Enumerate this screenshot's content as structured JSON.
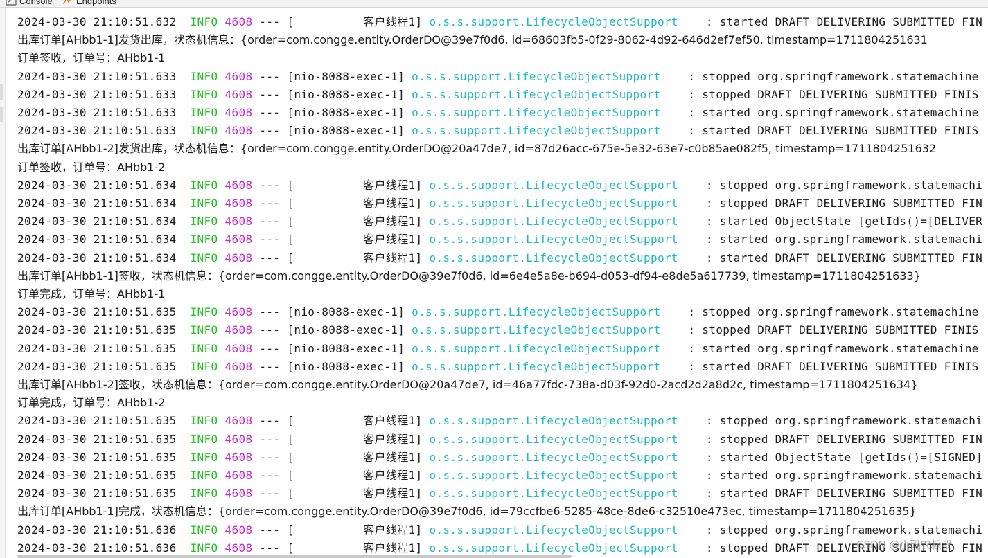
{
  "tabs": [
    {
      "label": "Console",
      "icon": "console-icon"
    },
    {
      "label": "Endpoints",
      "icon": "endpoints-icon"
    }
  ],
  "colors": {
    "level": "#22c222",
    "pid": "#c02dc8",
    "logger": "#1fb8c4",
    "text": "#1a1a1a"
  },
  "lines": [
    {
      "type": "log",
      "ts": "2024-03-30 21:10:51.632",
      "level": "INFO",
      "pid": "4608",
      "sep": "---",
      "thread": "[          客户线程1]",
      "logger": "o.s.s.support.LifecycleObjectSupport",
      "msg": "    : started DRAFT DELIVERING SUBMITTED FIN"
    },
    {
      "type": "plain",
      "text": "出库订单[AHbb1-1]发货出库，状态机信息：{order=com.congge.entity.OrderDO@39e7f0d6, id=68603fb5-0f29-8062-4d92-646d2ef7ef50, timestamp=1711804251631"
    },
    {
      "type": "plain",
      "text": "订单签收，订单号：AHbb1-1"
    },
    {
      "type": "log",
      "ts": "2024-03-30 21:10:51.633",
      "level": "INFO",
      "pid": "4608",
      "sep": "---",
      "thread": "[nio-8088-exec-1]",
      "logger": "o.s.s.support.LifecycleObjectSupport",
      "msg": "    : stopped org.springframework.statemachine"
    },
    {
      "type": "log",
      "ts": "2024-03-30 21:10:51.633",
      "level": "INFO",
      "pid": "4608",
      "sep": "---",
      "thread": "[nio-8088-exec-1]",
      "logger": "o.s.s.support.LifecycleObjectSupport",
      "msg": "    : stopped DRAFT DELIVERING SUBMITTED FINIS"
    },
    {
      "type": "log",
      "ts": "2024-03-30 21:10:51.633",
      "level": "INFO",
      "pid": "4608",
      "sep": "---",
      "thread": "[nio-8088-exec-1]",
      "logger": "o.s.s.support.LifecycleObjectSupport",
      "msg": "    : started org.springframework.statemachine"
    },
    {
      "type": "log",
      "ts": "2024-03-30 21:10:51.633",
      "level": "INFO",
      "pid": "4608",
      "sep": "---",
      "thread": "[nio-8088-exec-1]",
      "logger": "o.s.s.support.LifecycleObjectSupport",
      "msg": "    : started DRAFT DELIVERING SUBMITTED FINIS"
    },
    {
      "type": "plain",
      "text": "出库订单[AHbb1-2]发货出库，状态机信息：{order=com.congge.entity.OrderDO@20a47de7, id=87d26acc-675e-5e32-63e7-c0b85ae082f5, timestamp=1711804251632"
    },
    {
      "type": "plain",
      "text": "订单签收，订单号：AHbb1-2"
    },
    {
      "type": "log",
      "ts": "2024-03-30 21:10:51.634",
      "level": "INFO",
      "pid": "4608",
      "sep": "---",
      "thread": "[          客户线程1]",
      "logger": "o.s.s.support.LifecycleObjectSupport",
      "msg": "    : stopped org.springframework.statemachi"
    },
    {
      "type": "log",
      "ts": "2024-03-30 21:10:51.634",
      "level": "INFO",
      "pid": "4608",
      "sep": "---",
      "thread": "[          客户线程1]",
      "logger": "o.s.s.support.LifecycleObjectSupport",
      "msg": "    : stopped DRAFT DELIVERING SUBMITTED FIN"
    },
    {
      "type": "log",
      "ts": "2024-03-30 21:10:51.634",
      "level": "INFO",
      "pid": "4608",
      "sep": "---",
      "thread": "[          客户线程1]",
      "logger": "o.s.s.support.LifecycleObjectSupport",
      "msg": "    : started ObjectState [getIds()=[DELIVER"
    },
    {
      "type": "log",
      "ts": "2024-03-30 21:10:51.634",
      "level": "INFO",
      "pid": "4608",
      "sep": "---",
      "thread": "[          客户线程1]",
      "logger": "o.s.s.support.LifecycleObjectSupport",
      "msg": "    : started org.springframework.statemachi"
    },
    {
      "type": "log",
      "ts": "2024-03-30 21:10:51.634",
      "level": "INFO",
      "pid": "4608",
      "sep": "---",
      "thread": "[          客户线程1]",
      "logger": "o.s.s.support.LifecycleObjectSupport",
      "msg": "    : started DRAFT DELIVERING SUBMITTED FIN"
    },
    {
      "type": "plain",
      "text": "出库订单[AHbb1-1]签收，状态机信息：{order=com.congge.entity.OrderDO@39e7f0d6, id=6e4e5a8e-b694-d053-df94-e8de5a617739, timestamp=1711804251633}"
    },
    {
      "type": "plain",
      "text": "订单完成，订单号：AHbb1-1"
    },
    {
      "type": "log",
      "ts": "2024-03-30 21:10:51.635",
      "level": "INFO",
      "pid": "4608",
      "sep": "---",
      "thread": "[nio-8088-exec-1]",
      "logger": "o.s.s.support.LifecycleObjectSupport",
      "msg": "    : stopped org.springframework.statemachine"
    },
    {
      "type": "log",
      "ts": "2024-03-30 21:10:51.635",
      "level": "INFO",
      "pid": "4608",
      "sep": "---",
      "thread": "[nio-8088-exec-1]",
      "logger": "o.s.s.support.LifecycleObjectSupport",
      "msg": "    : stopped DRAFT DELIVERING SUBMITTED FINIS"
    },
    {
      "type": "log",
      "ts": "2024-03-30 21:10:51.635",
      "level": "INFO",
      "pid": "4608",
      "sep": "---",
      "thread": "[nio-8088-exec-1]",
      "logger": "o.s.s.support.LifecycleObjectSupport",
      "msg": "    : started org.springframework.statemachine"
    },
    {
      "type": "log",
      "ts": "2024-03-30 21:10:51.635",
      "level": "INFO",
      "pid": "4608",
      "sep": "---",
      "thread": "[nio-8088-exec-1]",
      "logger": "o.s.s.support.LifecycleObjectSupport",
      "msg": "    : started DRAFT DELIVERING SUBMITTED FINIS"
    },
    {
      "type": "plain",
      "text": "出库订单[AHbb1-2]签收，状态机信息：{order=com.congge.entity.OrderDO@20a47de7, id=46a77fdc-738a-d03f-92d0-2acd2d2a8d2c, timestamp=1711804251634}"
    },
    {
      "type": "plain",
      "text": "订单完成，订单号：AHbb1-2"
    },
    {
      "type": "log",
      "ts": "2024-03-30 21:10:51.635",
      "level": "INFO",
      "pid": "4608",
      "sep": "---",
      "thread": "[          客户线程1]",
      "logger": "o.s.s.support.LifecycleObjectSupport",
      "msg": "    : stopped org.springframework.statemachi"
    },
    {
      "type": "log",
      "ts": "2024-03-30 21:10:51.635",
      "level": "INFO",
      "pid": "4608",
      "sep": "---",
      "thread": "[          客户线程1]",
      "logger": "o.s.s.support.LifecycleObjectSupport",
      "msg": "    : stopped DRAFT DELIVERING SUBMITTED FIN"
    },
    {
      "type": "log",
      "ts": "2024-03-30 21:10:51.635",
      "level": "INFO",
      "pid": "4608",
      "sep": "---",
      "thread": "[          客户线程1]",
      "logger": "o.s.s.support.LifecycleObjectSupport",
      "msg": "    : started ObjectState [getIds()=[SIGNED]"
    },
    {
      "type": "log",
      "ts": "2024-03-30 21:10:51.635",
      "level": "INFO",
      "pid": "4608",
      "sep": "---",
      "thread": "[          客户线程1]",
      "logger": "o.s.s.support.LifecycleObjectSupport",
      "msg": "    : started org.springframework.statemachi"
    },
    {
      "type": "log",
      "ts": "2024-03-30 21:10:51.635",
      "level": "INFO",
      "pid": "4608",
      "sep": "---",
      "thread": "[          客户线程1]",
      "logger": "o.s.s.support.LifecycleObjectSupport",
      "msg": "    : started DRAFT DELIVERING SUBMITTED FIN"
    },
    {
      "type": "plain",
      "text": "出库订单[AHbb1-1]完成，状态机信息：{order=com.congge.entity.OrderDO@39e7f0d6, id=79ccfbe6-5285-48ce-8de6-c32510e473ec, timestamp=1711804251635}"
    },
    {
      "type": "log",
      "ts": "2024-03-30 21:10:51.636",
      "level": "INFO",
      "pid": "4608",
      "sep": "---",
      "thread": "[          客户线程1]",
      "logger": "o.s.s.support.LifecycleObjectSupport",
      "msg": "    : stopped org.springframework.statemachi"
    },
    {
      "type": "log",
      "ts": "2024-03-30 21:10:51.636",
      "level": "INFO",
      "pid": "4608",
      "sep": "---",
      "thread": "[          客户线程1]",
      "logger": "o.s.s.support.LifecycleObjectSupport",
      "msg": "    : stopped DRAFT DELIVERING SUBMITTED FIN"
    }
  ],
  "watermark": "CSDN @小码农叔叔"
}
